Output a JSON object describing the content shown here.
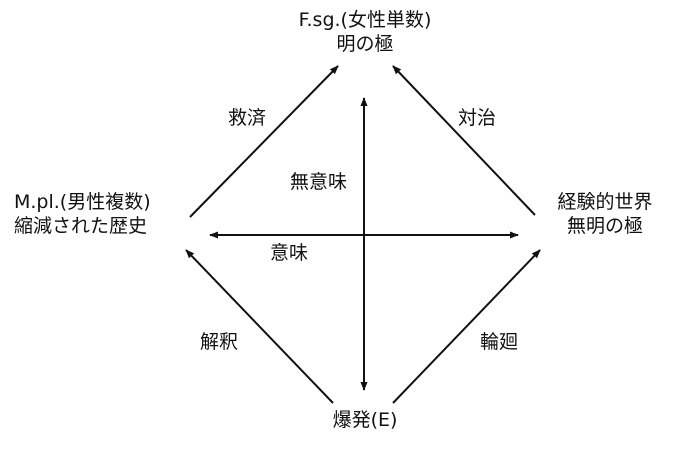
{
  "nodes": {
    "top": {
      "line1": "F.sg.(女性単数)",
      "line2": "明の極"
    },
    "left": {
      "line1": "M.pl.(男性複数)",
      "line2": "縮減された歴史"
    },
    "right": {
      "line1": "経験的世界",
      "line2": "無明の極"
    },
    "bottom": {
      "line1": "爆発(E)"
    }
  },
  "edges": {
    "left_to_top": "救済",
    "right_to_top": "対治",
    "bottom_to_left": "解釈",
    "bottom_to_right": "輪廻"
  },
  "axes": {
    "vertical": "無意味",
    "horizontal": "意味"
  },
  "colors": {
    "stroke": "#111111",
    "background": "#ffffff"
  }
}
